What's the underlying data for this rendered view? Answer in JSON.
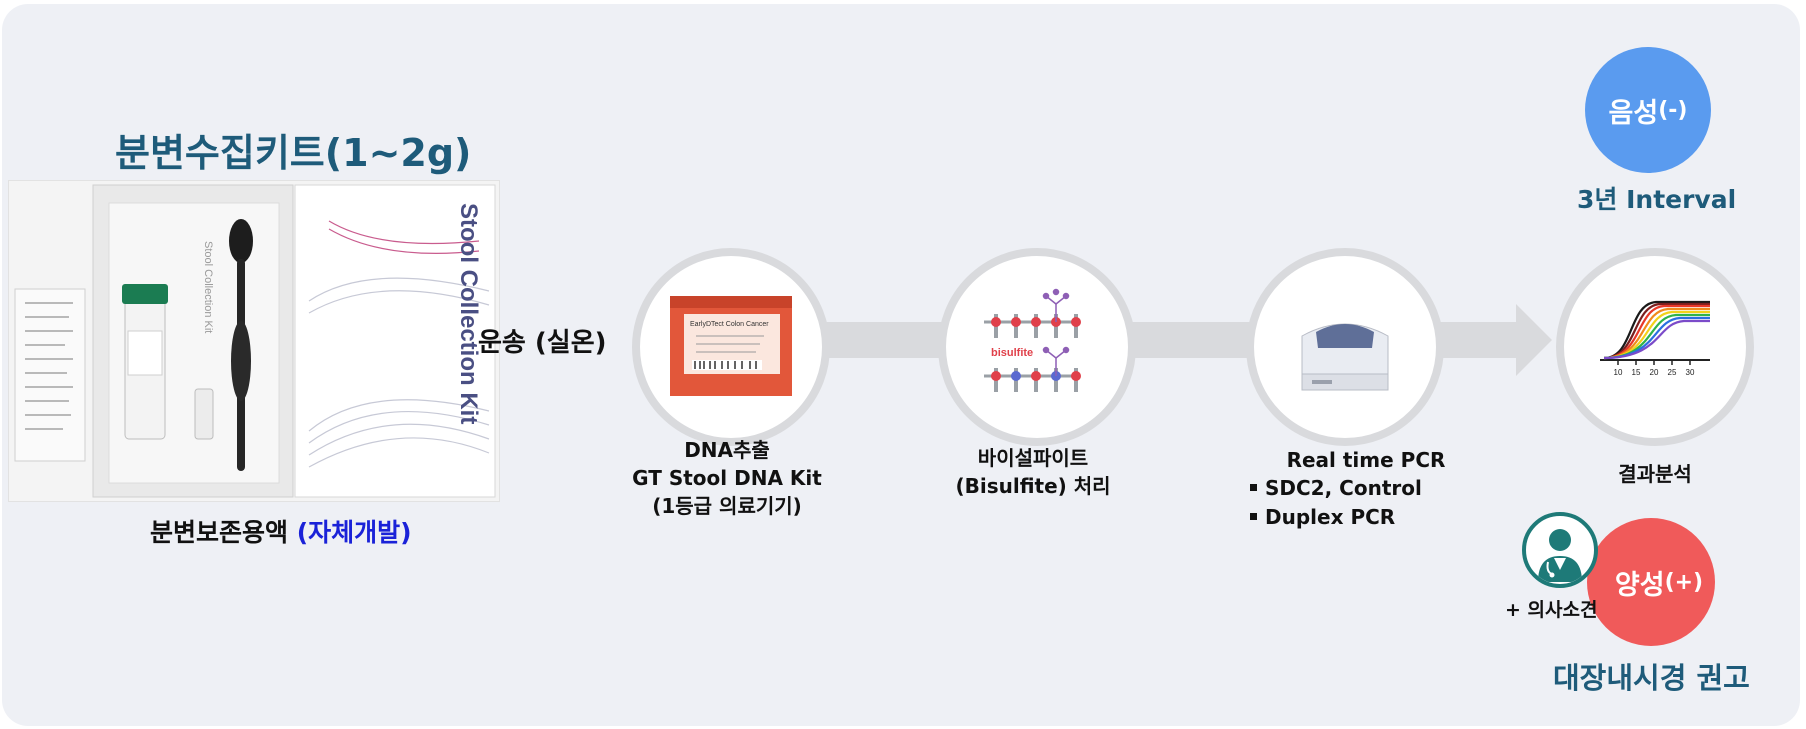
{
  "kit": {
    "title": "분변수집키트(1~2g)",
    "caption_main": "분변보존용액 ",
    "caption_highlight": "(자체개발)",
    "box_text_large": "Stool Collection Kit",
    "box_text_small": "Stool Collection Kit"
  },
  "transport": {
    "label": "운송 (실온)"
  },
  "steps": [
    {
      "id": "dna",
      "label_lines": [
        "DNA추출",
        "GT Stool DNA Kit",
        "(1등급 의료기기)"
      ],
      "box_text": "EarlyDTect Colon Cancer"
    },
    {
      "id": "bisulfite",
      "label_lines": [
        "바이설파이트",
        "(Bisulfite) 처리"
      ],
      "graphic_text": "bisulfite"
    },
    {
      "id": "pcr",
      "label_title": "Real time PCR",
      "bullets": [
        "SDC2, Control",
        "Duplex PCR"
      ]
    },
    {
      "id": "result",
      "label_lines": [
        "결과분석"
      ],
      "axis_ticks": [
        "10",
        "15",
        "20",
        "25",
        "30"
      ]
    }
  ],
  "outcomes": {
    "negative": {
      "label": "음성",
      "sign": "(-)",
      "note": "3년 Interval"
    },
    "positive": {
      "label": "양성",
      "sign": "(+)",
      "doctor_note": "+ 의사소견",
      "recommend": "대장내시경 권고"
    }
  },
  "colors": {
    "title": "#1e5b7a",
    "highlight": "#1a22d8",
    "negative": "#5a9bef",
    "positive": "#f05a5a",
    "arrow": "#d9dadd",
    "curves": [
      "#1a1a1a",
      "#7a1f1f",
      "#e8392a",
      "#f08a1c",
      "#f2d21a",
      "#2fb34a",
      "#2a6fe0",
      "#7b4bc9"
    ]
  },
  "icons": {
    "doctor": "doctor-icon",
    "flow_arrow": "arrow-right-icon"
  }
}
